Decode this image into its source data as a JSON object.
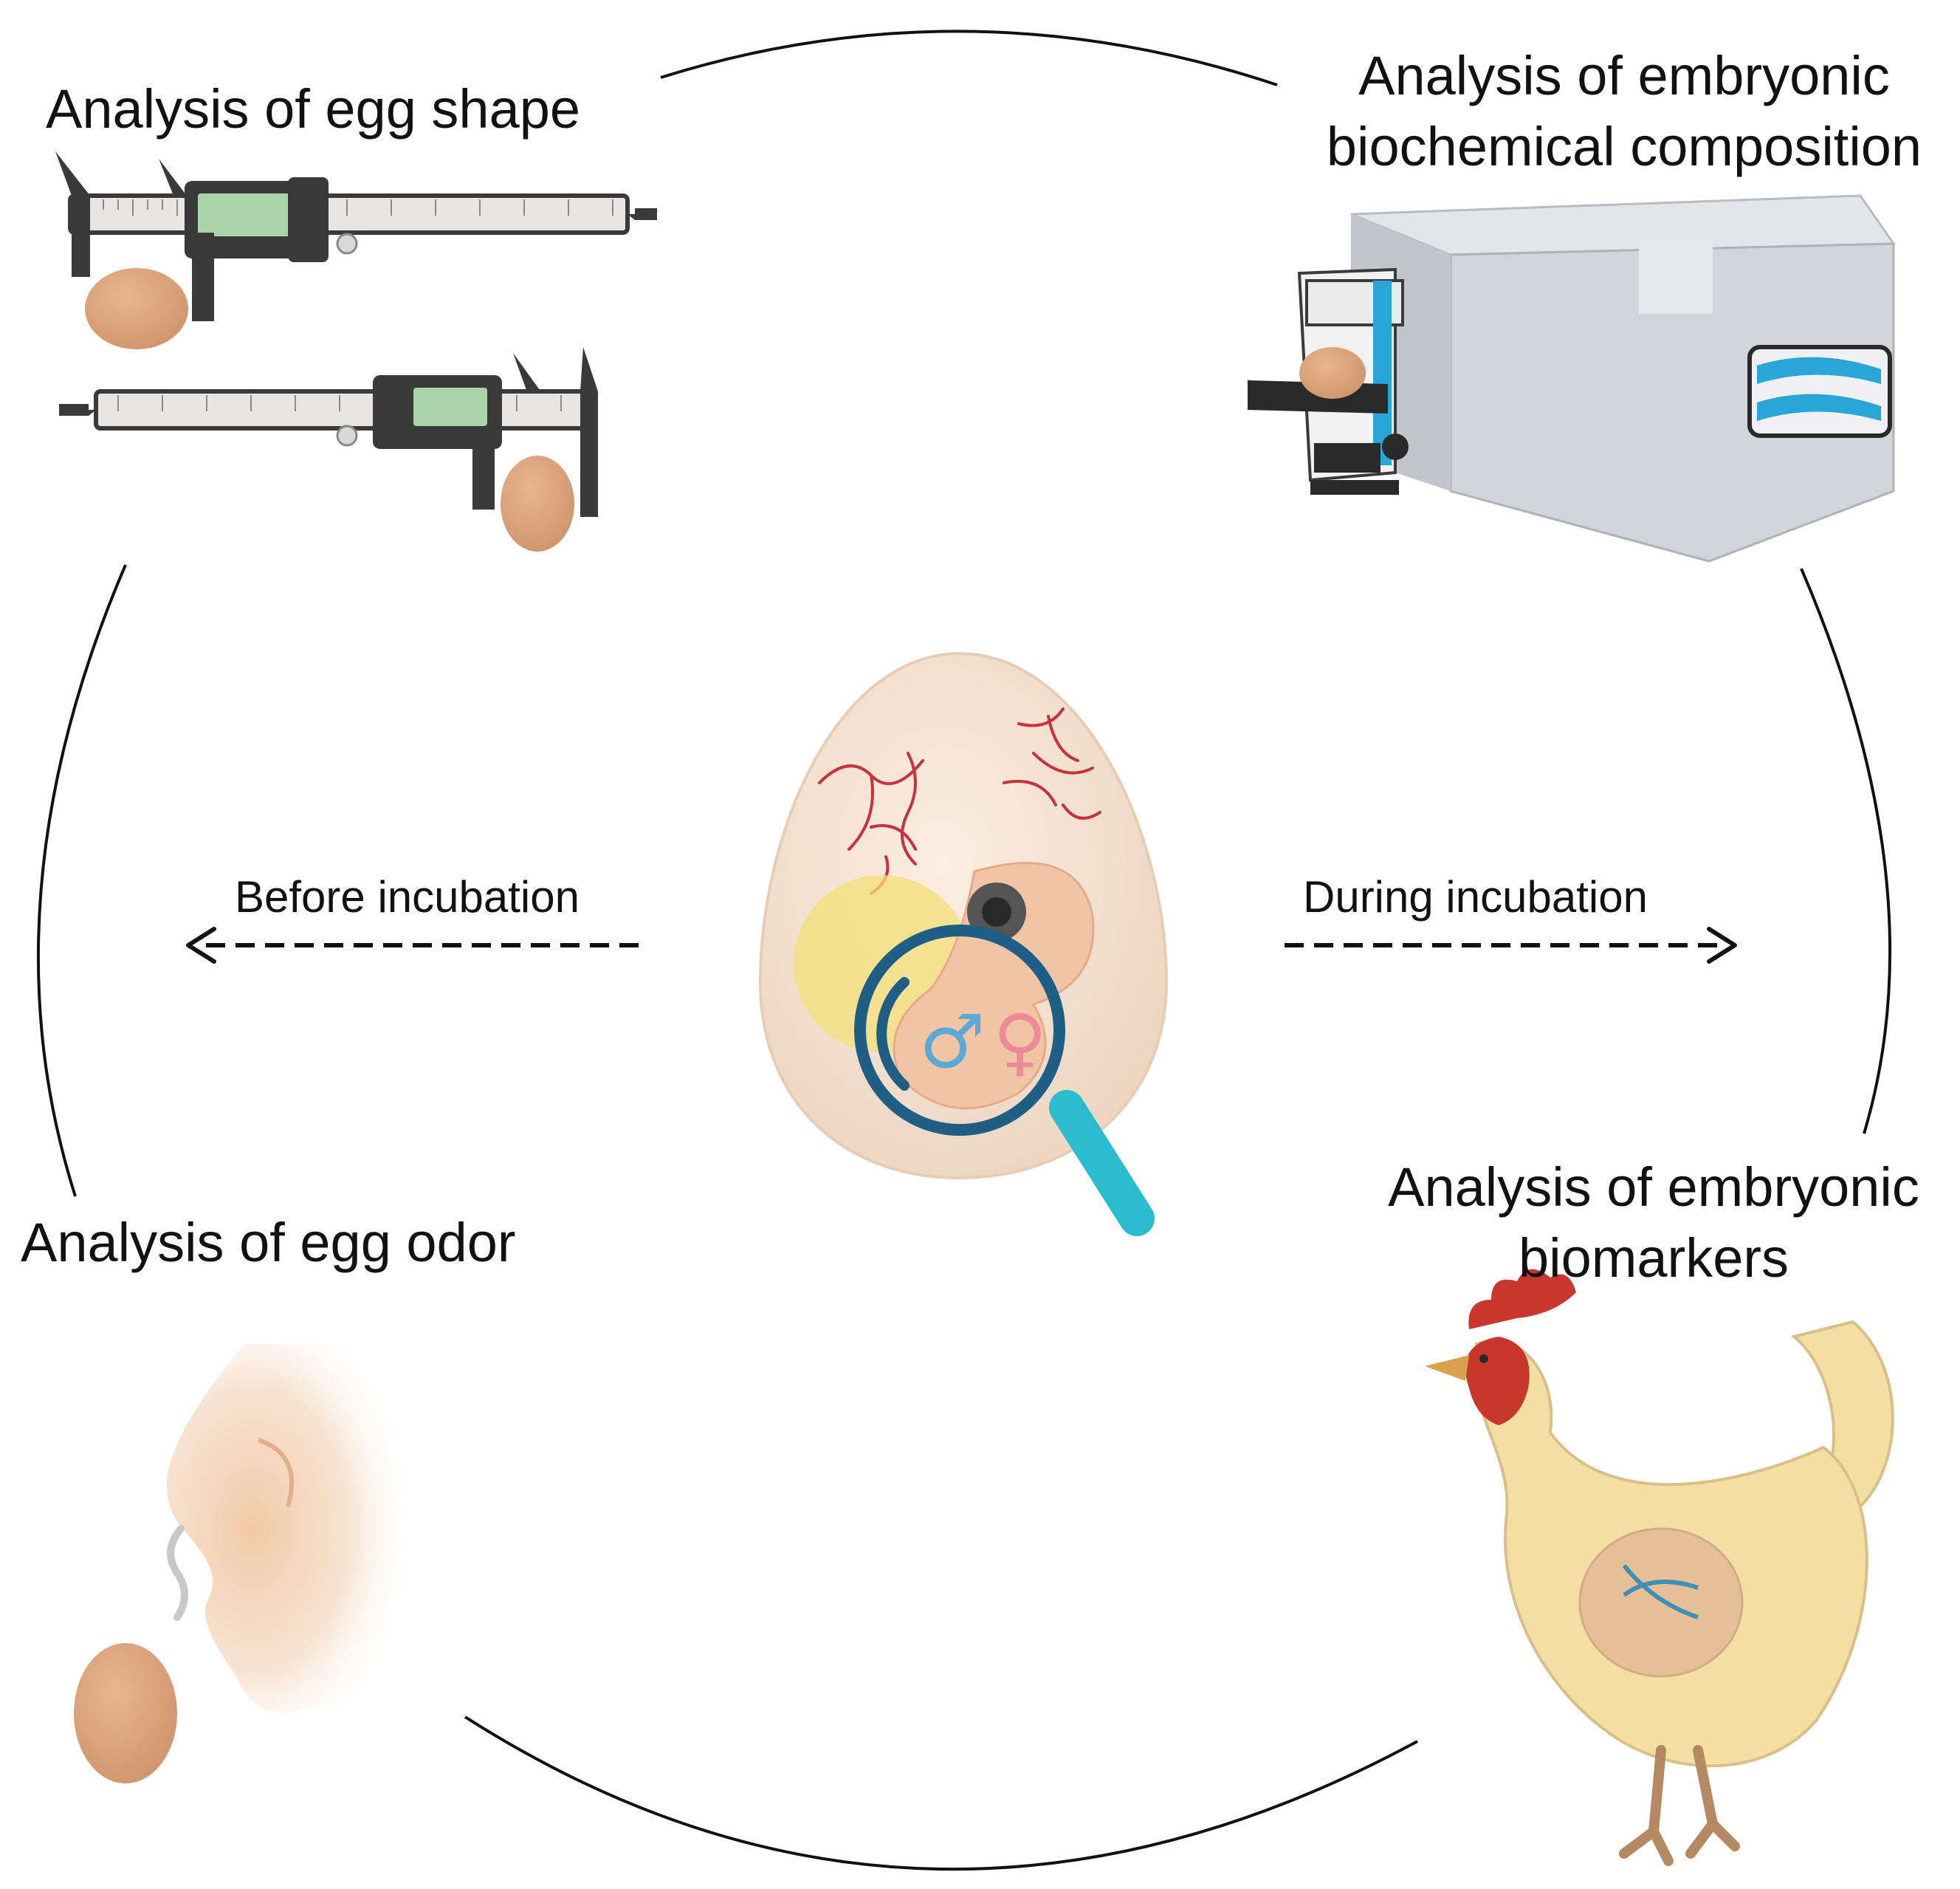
{
  "diagram": {
    "labels": {
      "egg_shape": "Analysis of egg shape",
      "biochemical_line1": "Analysis of embryonic",
      "biochemical_line2": "biochemical composition",
      "egg_odor": "Analysis of egg odor",
      "biomarkers_line1": "Analysis of embryonic",
      "biomarkers_line2": "biomarkers"
    },
    "arrows": {
      "before": "Before incubation",
      "during": "During incubation"
    },
    "symbols": {
      "male": "♂",
      "female": "♀"
    },
    "colors": {
      "egg_shell": "#d9a07c",
      "egg_light": "#f4e3d4",
      "blood_vessel": "#c8323c",
      "yolk": "#f3e07a",
      "magnifier_ring": "#1f5f86",
      "magnifier_handle": "#2bbcd0",
      "male_symbol": "#5aa9d6",
      "female_symbol": "#ee8a95",
      "rooster_body": "#f3dfa2",
      "rooster_comb": "#c8362c",
      "caliper_body": "#3a3a3a",
      "caliper_scale": "#e8e6e2",
      "instrument_body": "#d7d8dc",
      "instrument_accent": "#27a6d7",
      "skin": "#f1c9a6"
    }
  }
}
